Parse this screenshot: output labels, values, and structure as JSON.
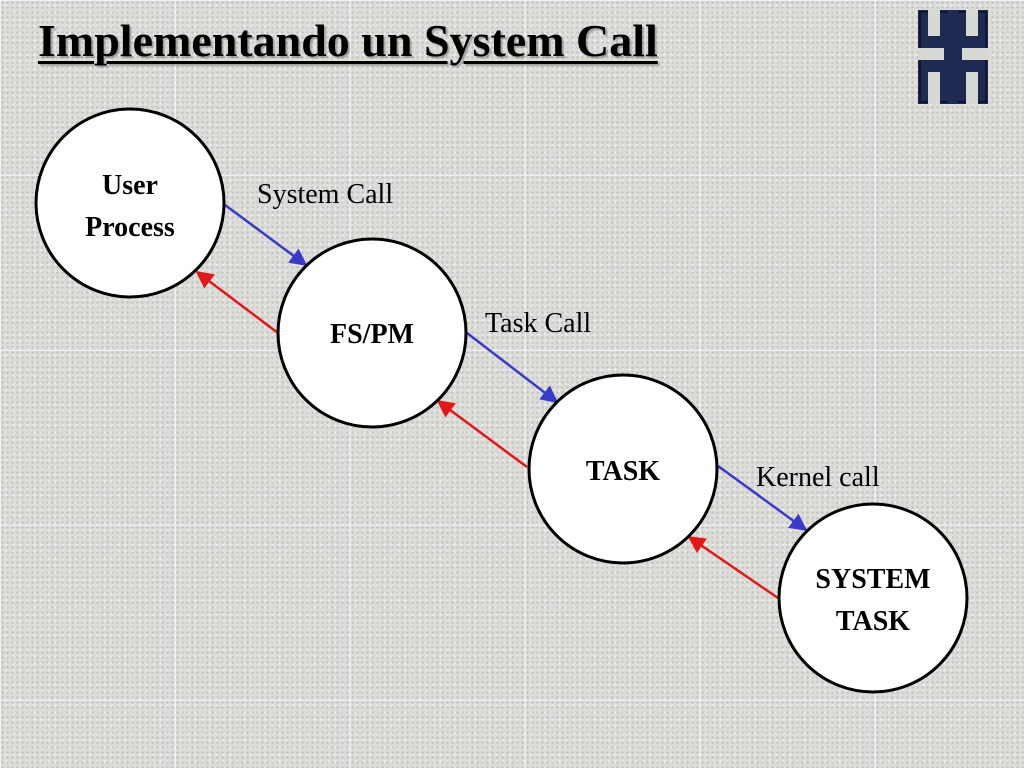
{
  "title": "Implementando un System Call",
  "logo": "university-logo-icon",
  "colors": {
    "call_arrow": "#3a3ac8",
    "return_arrow": "#e01818",
    "node_fill": "#ffffff",
    "node_stroke": "#000000"
  },
  "nodes": [
    {
      "id": "user-process",
      "lines": [
        "User",
        "Process"
      ]
    },
    {
      "id": "fs-pm",
      "lines": [
        "FS/PM"
      ]
    },
    {
      "id": "task",
      "lines": [
        "TASK"
      ]
    },
    {
      "id": "system-task",
      "lines": [
        "SYSTEM",
        "TASK"
      ]
    }
  ],
  "edges": [
    {
      "from": "user-process",
      "to": "fs-pm",
      "label": "System Call"
    },
    {
      "from": "fs-pm",
      "to": "task",
      "label": "Task Call"
    },
    {
      "from": "task",
      "to": "system-task",
      "label": "Kernel call"
    }
  ]
}
